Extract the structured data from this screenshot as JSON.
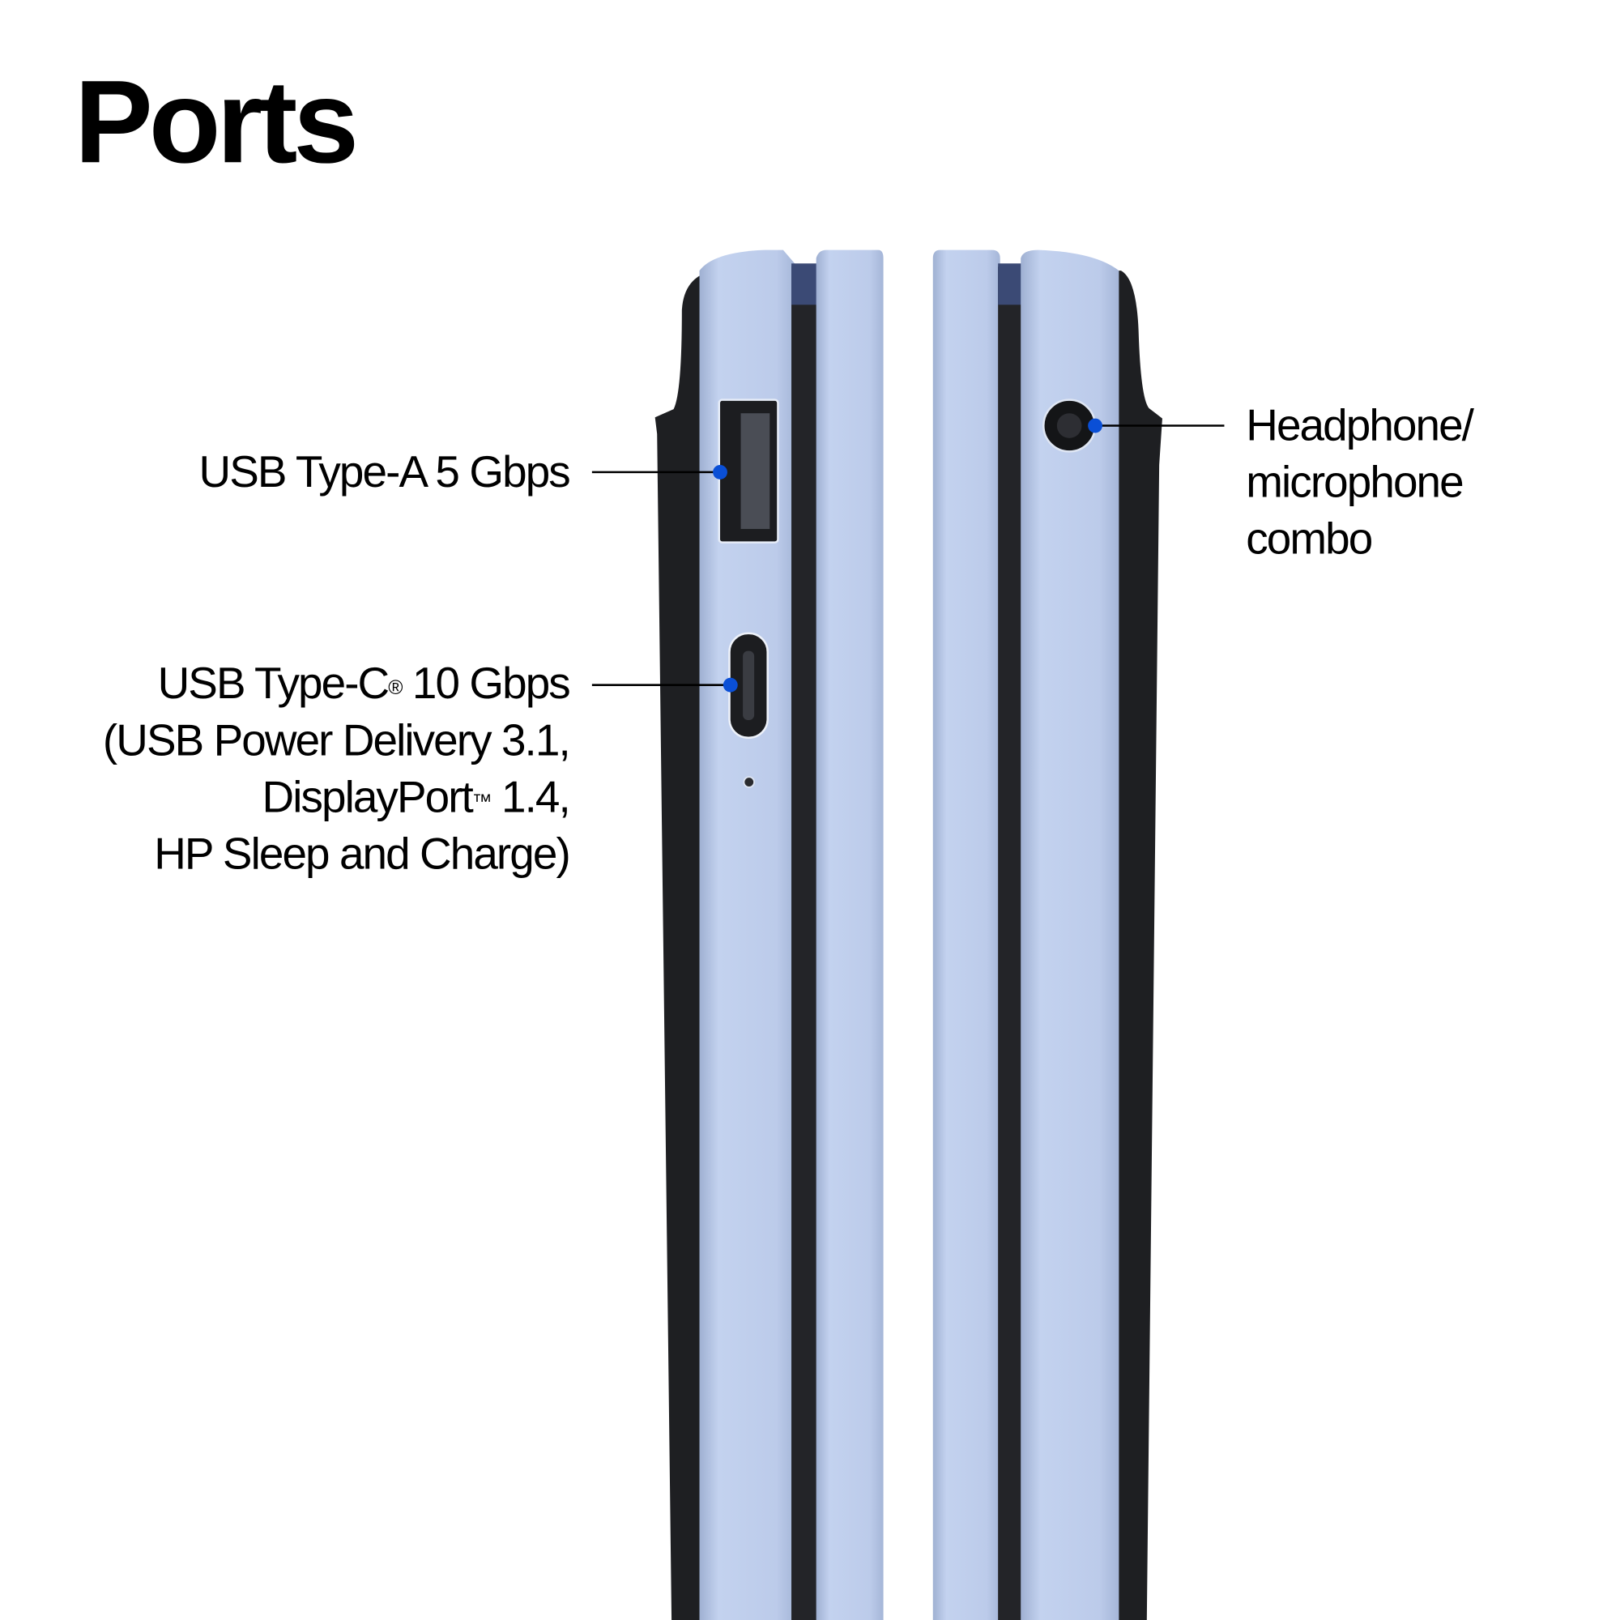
{
  "title": "Ports",
  "callouts": {
    "usb_a": {
      "label": "USB Type-A 5 Gbps"
    },
    "usb_c": {
      "line1_main": "USB Type-C",
      "line1_mark": "®",
      "line1_rest": " 10 Gbps",
      "line2": "(USB Power Delivery 3.1,",
      "line3_main": "DisplayPort",
      "line3_mark": "™",
      "line3_rest": " 1.4,",
      "line4": "HP Sleep and Charge)"
    },
    "audio": {
      "line1": "Headphone/",
      "line2": "microphone",
      "line3": "combo"
    }
  },
  "colors": {
    "callout_dot": "#0a4fd6",
    "chassis_light": "#b9c9e8",
    "chassis_dark": "#1e1f22"
  }
}
